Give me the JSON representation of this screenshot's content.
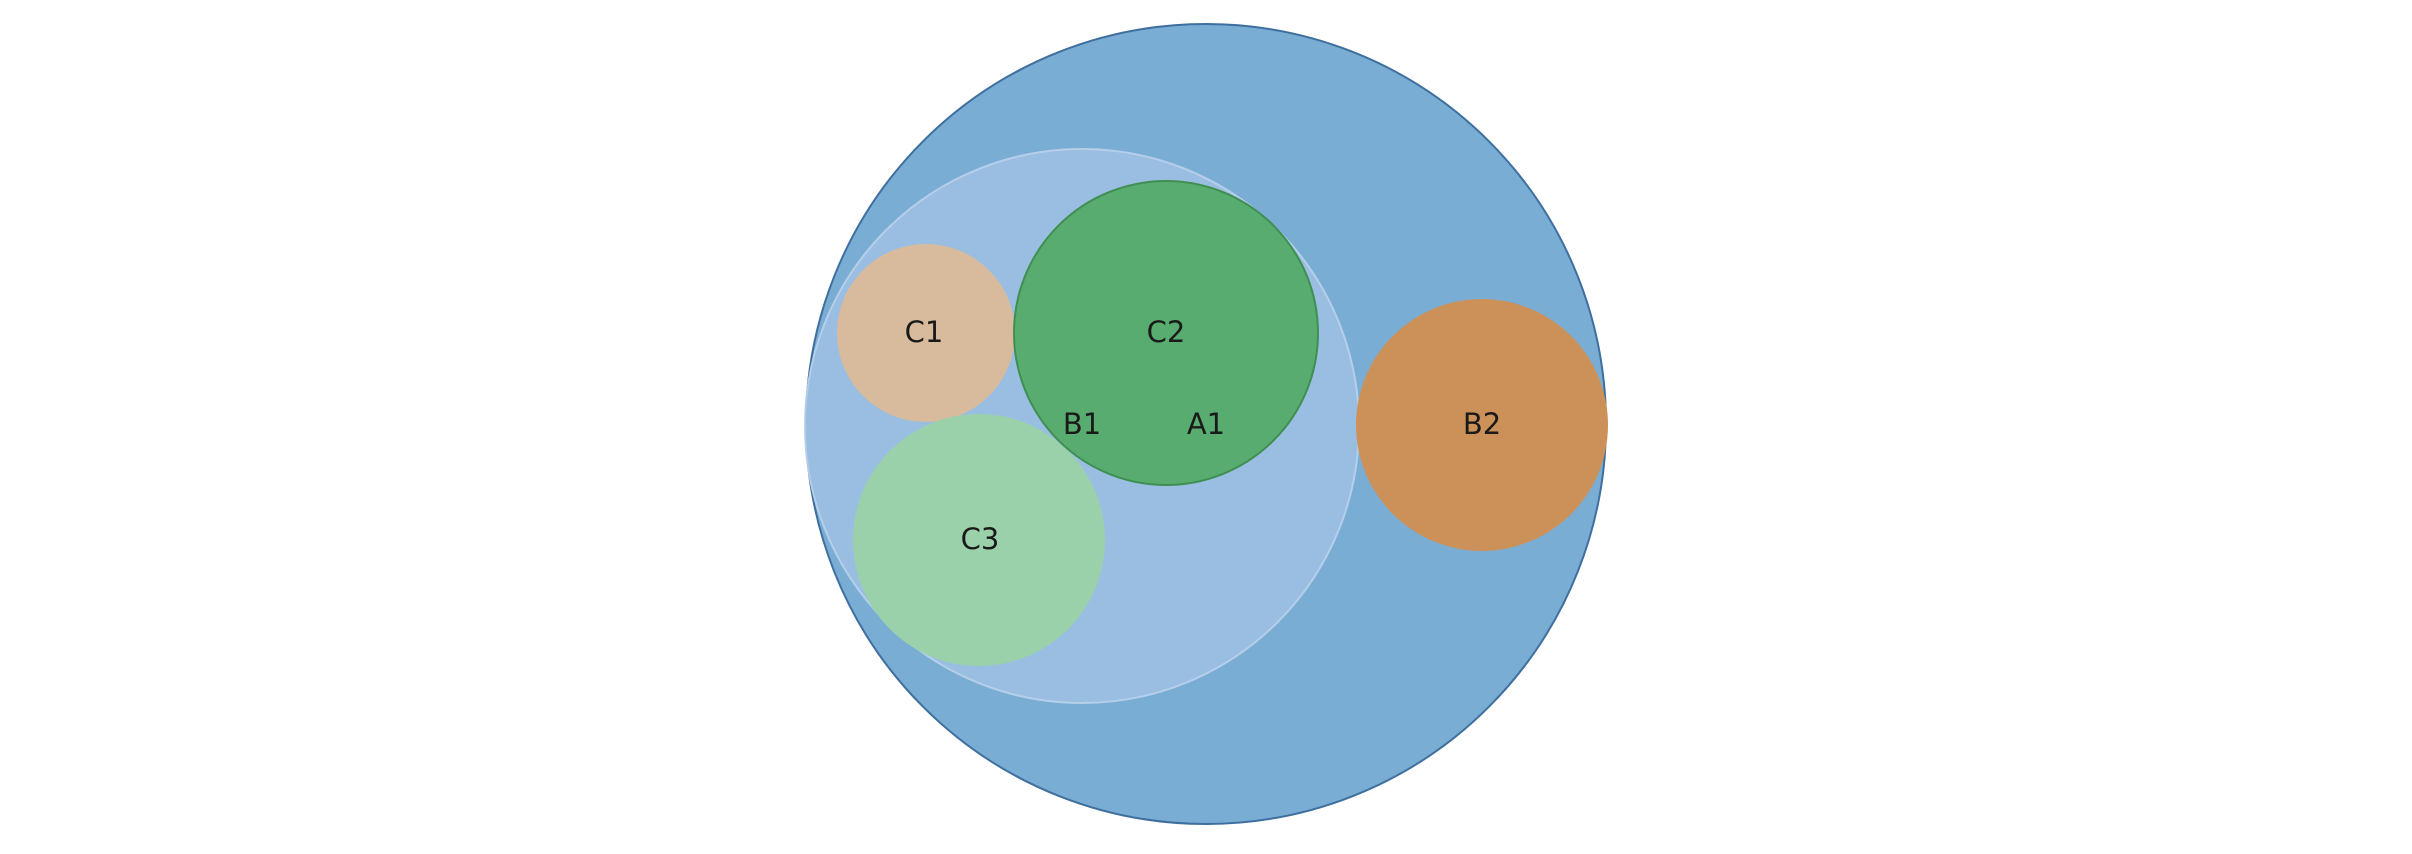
{
  "diagram": {
    "nodes": [
      {
        "id": "A1",
        "label": "A1",
        "color": "#7aadd4",
        "children": [
          "B1",
          "B2"
        ]
      },
      {
        "id": "B1",
        "label": "B1",
        "color": "#9cbfe2",
        "children": [
          "C1",
          "C2",
          "C3"
        ]
      },
      {
        "id": "B2",
        "label": "B2",
        "color": "#cc9159",
        "children": []
      },
      {
        "id": "C1",
        "label": "C1",
        "color": "#d8bb9c",
        "children": []
      },
      {
        "id": "C2",
        "label": "C2",
        "color": "#58ac6f",
        "children": []
      },
      {
        "id": "C3",
        "label": "C3",
        "color": "#9bd1aa",
        "children": []
      }
    ]
  }
}
